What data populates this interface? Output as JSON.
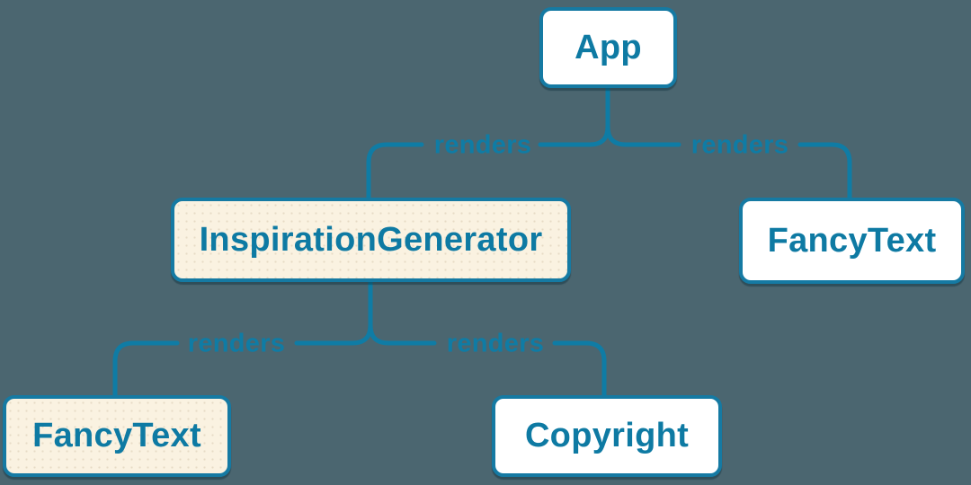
{
  "diagram": {
    "title": "component-render-tree",
    "colors": {
      "background": "#4b6670",
      "accent": "#0f7ca5",
      "node_text": "#0e7aa3",
      "node_fill_default": "#ffffff",
      "node_fill_highlight": "#faf2e1"
    },
    "nodes": [
      {
        "id": "app",
        "label": "App",
        "variant": "default"
      },
      {
        "id": "inspiration-generator",
        "label": "InspirationGenerator",
        "variant": "highlight"
      },
      {
        "id": "fancy-text-top",
        "label": "FancyText",
        "variant": "default"
      },
      {
        "id": "fancy-text-bottom",
        "label": "FancyText",
        "variant": "highlight"
      },
      {
        "id": "copyright",
        "label": "Copyright",
        "variant": "default"
      }
    ],
    "edges": [
      {
        "from": "App",
        "to": "InspirationGenerator",
        "label": "renders"
      },
      {
        "from": "App",
        "to": "FancyText",
        "label": "renders"
      },
      {
        "from": "InspirationGenerator",
        "to": "FancyText",
        "label": "renders"
      },
      {
        "from": "InspirationGenerator",
        "to": "Copyright",
        "label": "renders"
      }
    ]
  }
}
